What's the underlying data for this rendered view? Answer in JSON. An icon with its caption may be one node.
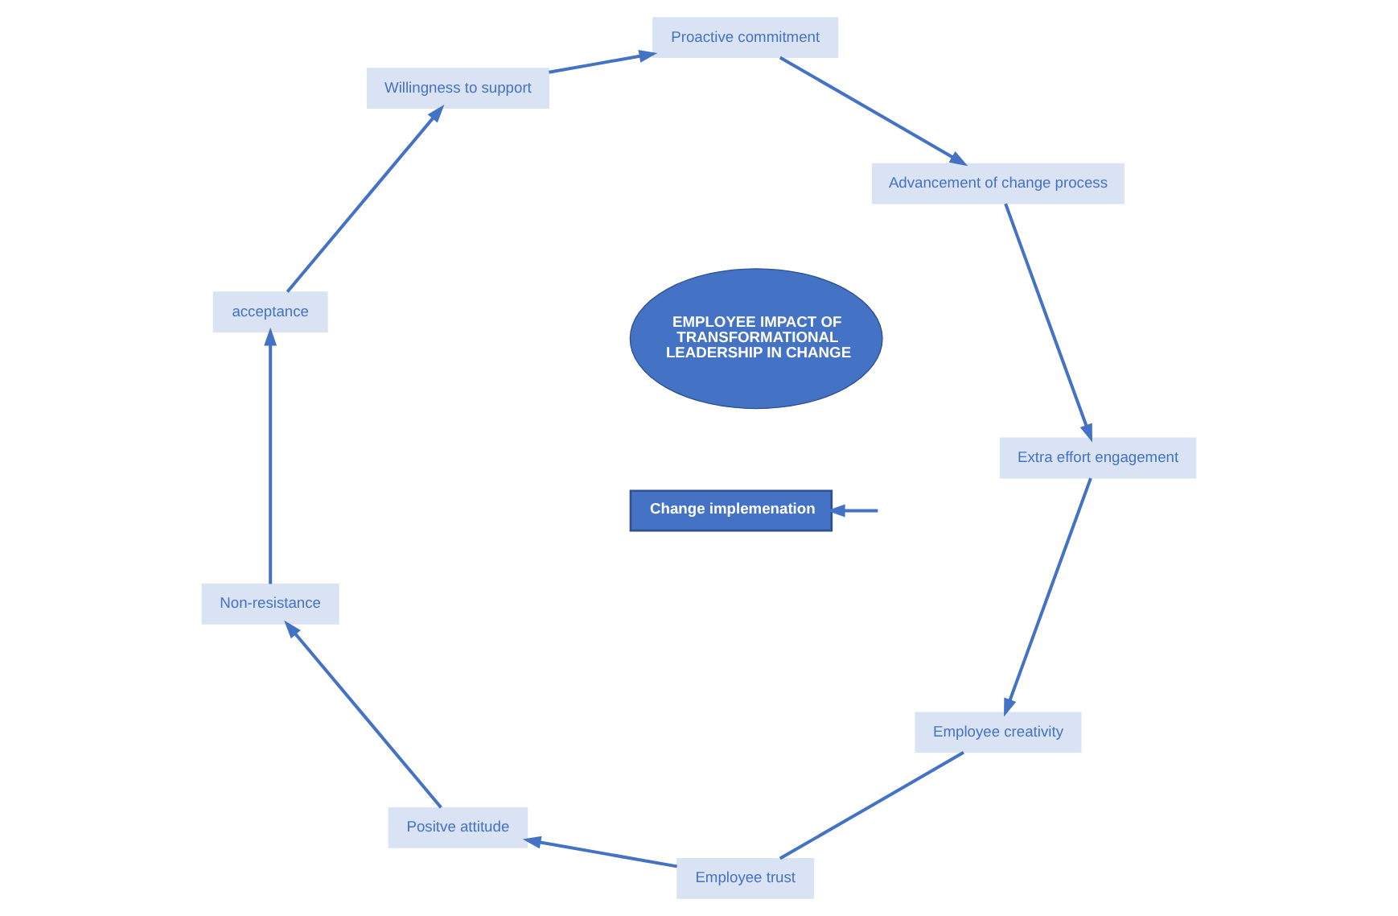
{
  "diagram": {
    "nodes": [
      {
        "text": [
          "Change implemenation"
        ]
      },
      {
        "text": [
          "Employee creativity"
        ]
      },
      {
        "text": [
          "Employee trust"
        ]
      },
      {
        "text": [
          "Extra effort engagement"
        ]
      },
      {
        "text": [
          "Positve attitude"
        ]
      },
      {
        "text": [
          "EMPLOYEE IMPACT OF TRANSFORMATIONAL LEADERSHIP IN CHANGE"
        ]
      },
      {
        "text": [
          "Advancement of change process"
        ]
      },
      {
        "text": [
          "Non-resistance"
        ]
      },
      {
        "text": [
          "Proactive commitment"
        ]
      },
      {
        "text": [
          "acceptance"
        ]
      },
      {
        "text": [
          "Willingness to support"
        ]
      }
    ],
    "edges": [
      {
        "from": 2,
        "to": 4,
        "arrow": "to"
      },
      {
        "from": 4,
        "to": 7,
        "arrow": "to"
      },
      {
        "from": 7,
        "to": 9,
        "arrow": "to"
      },
      {
        "from": 9,
        "to": 10,
        "arrow": "to"
      },
      {
        "from": 10,
        "to": 8,
        "arrow": "to"
      },
      {
        "from": 8,
        "to": 6,
        "arrow": "to"
      },
      {
        "from": 6,
        "to": 3,
        "arrow": "to"
      },
      {
        "from": 3,
        "to": 1,
        "arrow": "to"
      },
      {
        "from": 1,
        "to": 2,
        "arrow": "none"
      },
      {
        "from": null,
        "to": 0,
        "arrow": "to"
      }
    ]
  }
}
